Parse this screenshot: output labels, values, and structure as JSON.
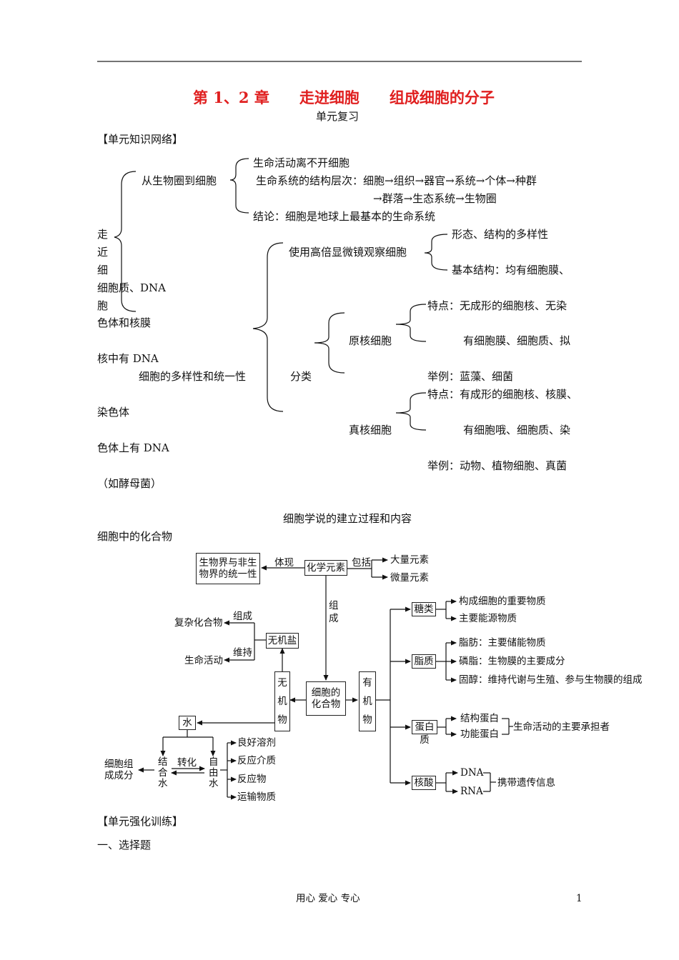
{
  "title": "第 1、2 章　　走进细胞　　组成细胞的分子",
  "subtitle": "单元复习",
  "section1": "【单元知识网络】",
  "net": {
    "vertical_chars": [
      "走",
      "近",
      "细",
      "胞"
    ],
    "branch1": "从生物圈到细胞",
    "b1_item1": "生命活动离不开细胞",
    "b1_item2_a": "生命系统的结构层次：细胞→组织→器官→系统→个体→种群",
    "b1_item2_b": "→群落→生态系统→生物圈",
    "b1_item3": "结论：细胞是地球上最基本的生命系统",
    "branch2": "细胞的多样性和统一性",
    "microscope": "使用高倍显微镜观察细胞",
    "morph": "形态、结构的多样性",
    "basic": "基本结构：均有细胞膜、",
    "frag_cyto": "细胞质、DNA",
    "classify": "分类",
    "prokaryote": "原核细胞",
    "pro_feature": "特点：无成形的细胞核、无染",
    "frag_chromo1": "色体和核膜",
    "pro_feature2": "有细胞膜、细胞质、拟",
    "frag_nucleoid": "核中有 DNA",
    "pro_example": "举例：蓝藻、细菌",
    "eu_feature": "特点：有成形的细胞核、核膜、",
    "frag_chromo2": "染色体",
    "eukaryote": "真核细胞",
    "eu_feature2": "有细胞哦、细胞质、染",
    "frag_chromo3": "色体上有 DNA",
    "eu_example": "举例：动物、植物细胞、真菌",
    "frag_yeast": "（如酵母菌）",
    "cell_theory": "细胞学说的建立过程和内容"
  },
  "compounds": {
    "heading": "细胞中的化合物",
    "unity": "生物界与非生物界的统一性",
    "unity_l1": "生物界与非生",
    "unity_l2": "物界的统一性",
    "embody": "体现",
    "elements": "化学元素",
    "include": "包括",
    "macro": "大量元素",
    "micro": "微量元素",
    "compose": "组成",
    "compose_v": [
      "组",
      "成"
    ],
    "complex": "复杂化合物",
    "maintain": "维持",
    "life_activity": "生命活动",
    "salt": "无机盐",
    "inorganic": [
      "无",
      "机",
      "物"
    ],
    "cell_compound_l1": "细胞的",
    "cell_compound_l2": "化合物",
    "organic": [
      "有",
      "机",
      "物"
    ],
    "water": "水",
    "bound": [
      "结",
      "合",
      "水"
    ],
    "free": [
      "自",
      "由",
      "水"
    ],
    "convert": "转化",
    "cell_comp_l1": "细胞组",
    "cell_comp_l2": "成成分",
    "free_funcs": [
      "良好溶剂",
      "反应介质",
      "反应物",
      "运输物质"
    ],
    "sugar": "糖类",
    "sugar_items": [
      "构成细胞的重要物质",
      "主要能源物质"
    ],
    "lipid": "脂质",
    "lipid_items": [
      "脂肪：主要储能物质",
      "磷脂：生物膜的主要成分",
      "固醇：维持代谢与生殖、参与生物膜的组成"
    ],
    "protein": "蛋白质",
    "protein_items": [
      "结构蛋白",
      "功能蛋白"
    ],
    "protein_role": "生命活动的主要承担者",
    "nucleic": "核酸",
    "nucleic_items": [
      "DNA",
      "RNA"
    ],
    "nucleic_role": "携带遗传信息"
  },
  "section2": "【单元强化训练】",
  "section3": "一、选择题",
  "footer": "用心 爱心 专心",
  "page_number": "1"
}
